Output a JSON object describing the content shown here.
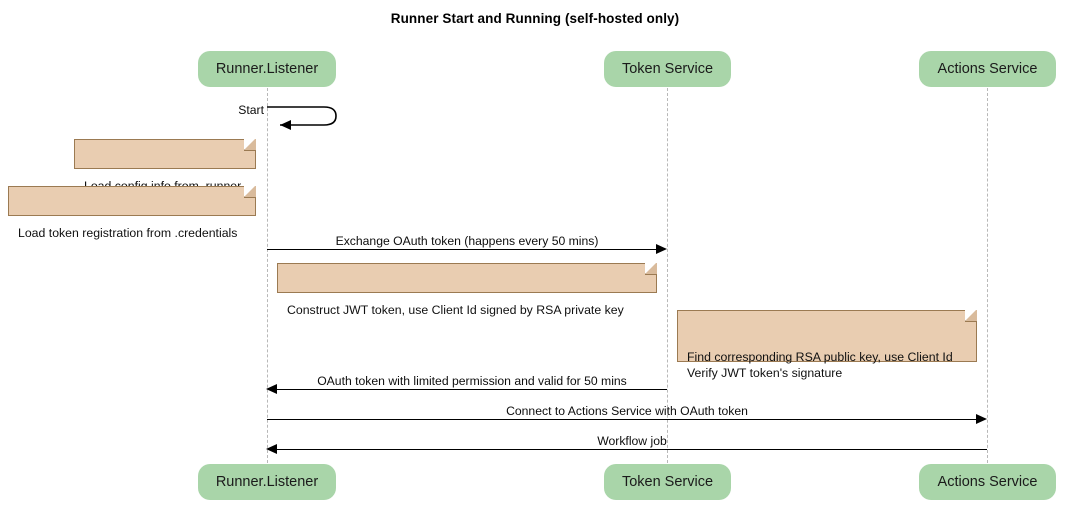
{
  "diagram": {
    "title": "Runner Start and Running (self-hosted only)",
    "type": "sequence-diagram"
  },
  "participants": [
    {
      "id": "runner",
      "label": "Runner.Listener"
    },
    {
      "id": "token",
      "label": "Token Service"
    },
    {
      "id": "actions",
      "label": "Actions Service"
    }
  ],
  "messages": [
    {
      "id": "start",
      "label": "Start",
      "kind": "self",
      "from": "runner",
      "to": "runner"
    },
    {
      "id": "exchange",
      "label": "Exchange OAuth token (happens every 50 mins)",
      "kind": "request",
      "from": "runner",
      "to": "token"
    },
    {
      "id": "oauth-return",
      "label": "OAuth token with limited permission and valid for 50 mins",
      "kind": "reply",
      "from": "token",
      "to": "runner"
    },
    {
      "id": "connect-actions",
      "label": "Connect to Actions Service with OAuth token",
      "kind": "request",
      "from": "runner",
      "to": "actions"
    },
    {
      "id": "workflow-job",
      "label": "Workflow job",
      "kind": "reply",
      "from": "actions",
      "to": "runner"
    }
  ],
  "notes": [
    {
      "id": "load-config",
      "text": "Load config info from .runner"
    },
    {
      "id": "load-token",
      "text": "Load token registration from .credentials"
    },
    {
      "id": "construct-jwt",
      "text": "Construct JWT token, use Client Id signed by RSA private key"
    },
    {
      "id": "verify-jwt",
      "text": "Find corresponding RSA public key, use Client Id\nVerify JWT token's signature"
    }
  ],
  "colors": {
    "participant_fill": "#a9d5a9",
    "note_fill": "#e9cdb1",
    "note_border": "#9b7a52",
    "lifeline": "#b8b8b8",
    "arrow": "#000000",
    "background": "#ffffff"
  }
}
